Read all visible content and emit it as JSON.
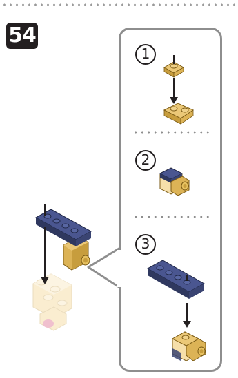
{
  "step_number": "54",
  "substeps": [
    {
      "number": "1"
    },
    {
      "number": "2"
    },
    {
      "number": "3"
    }
  ],
  "colors": {
    "navy": "#3a4472",
    "tan": "#dcb356",
    "light_tan": "#f6dfaa",
    "pink": "#e48ea7",
    "callout_border": "#8e8e8e",
    "arrow": "#231f20"
  }
}
